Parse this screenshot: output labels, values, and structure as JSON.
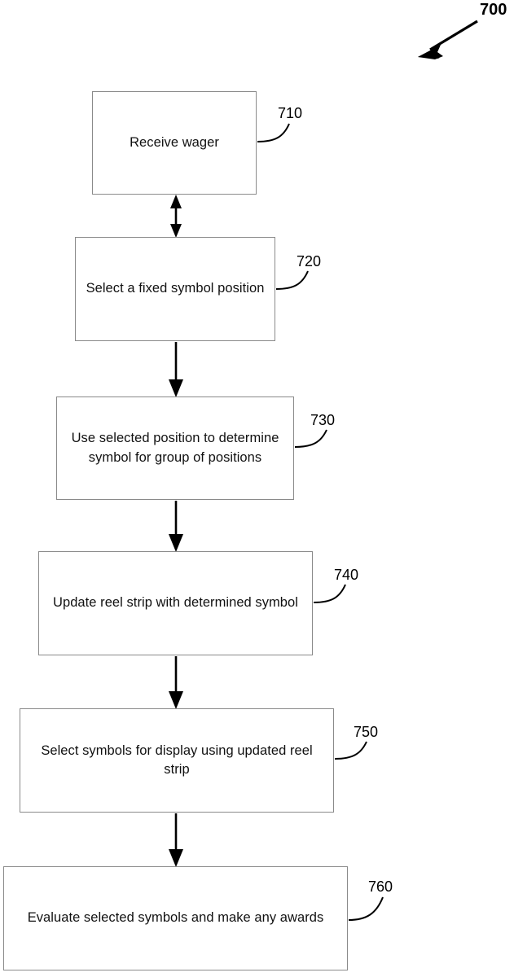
{
  "figure": {
    "number": "700",
    "type": "patent-flowchart",
    "boxes": [
      {
        "id": "710",
        "ref": "710",
        "text": "Receive wager"
      },
      {
        "id": "720",
        "ref": "720",
        "text": "Select a fixed symbol position"
      },
      {
        "id": "730",
        "ref": "730",
        "text": "Use selected position to determine symbol for group of positions"
      },
      {
        "id": "740",
        "ref": "740",
        "text": "Update reel strip with determined symbol"
      },
      {
        "id": "750",
        "ref": "750",
        "text": "Select symbols for display using updated reel strip"
      },
      {
        "id": "760",
        "ref": "760",
        "text": "Evaluate selected symbols and make any awards"
      }
    ],
    "connectors": [
      {
        "from": "710",
        "to": "720",
        "style": "double-headed"
      },
      {
        "from": "720",
        "to": "730",
        "style": "single-headed"
      },
      {
        "from": "730",
        "to": "740",
        "style": "single-headed"
      },
      {
        "from": "740",
        "to": "750",
        "style": "single-headed"
      },
      {
        "from": "750",
        "to": "760",
        "style": "single-headed"
      }
    ],
    "colors": {
      "box_border": "#8a8a8a",
      "line": "#000000",
      "text": "#111111",
      "background": "#ffffff"
    }
  }
}
